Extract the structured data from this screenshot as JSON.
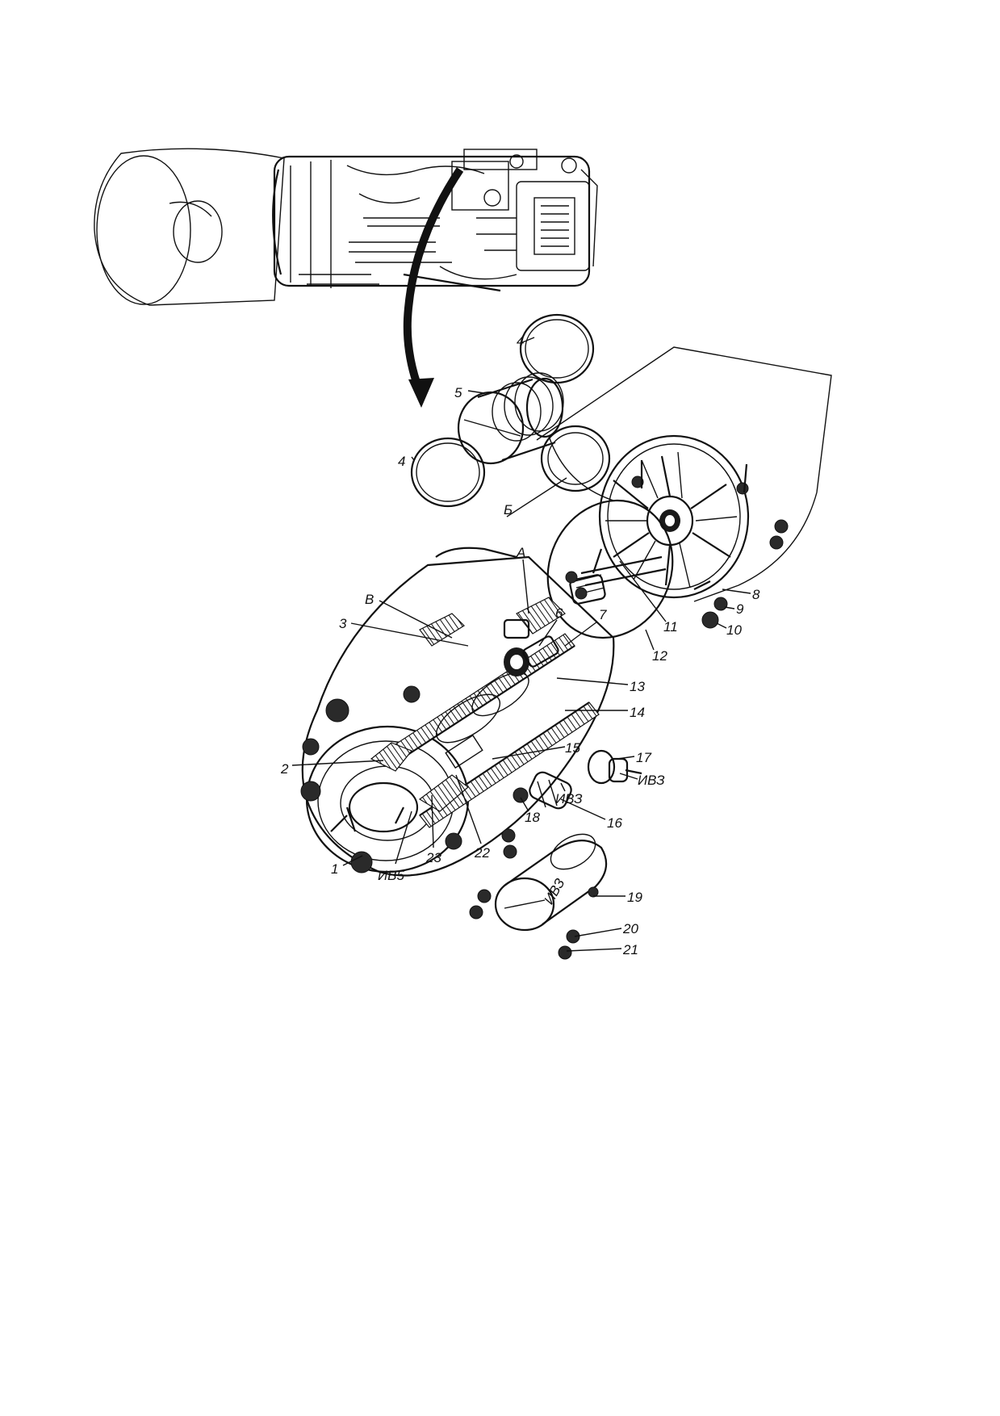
{
  "labels": {
    "l1": "1",
    "l2": "2",
    "l3": "3",
    "l4a": "4",
    "l4b": "4",
    "l5": "5",
    "l6": "6",
    "l7": "7",
    "l8": "8",
    "l9": "9",
    "l10": "10",
    "l11": "11",
    "l12": "12",
    "l13": "13",
    "l14": "14",
    "l15": "15",
    "l16": "16",
    "l17": "17",
    "l18": "18",
    "l19": "19",
    "l20": "20",
    "l21": "21",
    "l22": "22",
    "l23": "23",
    "lA": "А",
    "lB": "Б",
    "lV": "В",
    "iv3a": "ИВЗ",
    "iv3b": "ИВЗ",
    "iv3c": "ИВЗ",
    "iv5": "ИВ5"
  }
}
